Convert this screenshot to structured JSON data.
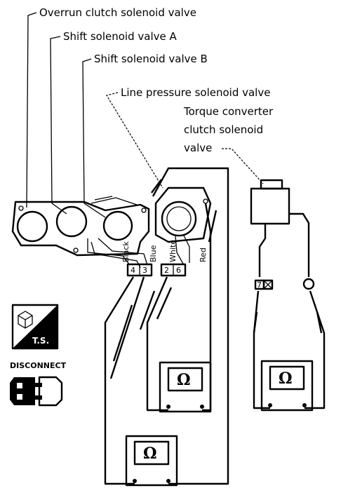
{
  "labels": {
    "overrun": "Overrun clutch solenoid valve",
    "shift_a": "Shift solenoid valve A",
    "shift_b": "Shift solenoid valve B",
    "line_pressure": "Line pressure solenoid valve",
    "torque_line1": "Torque converter",
    "torque_line2": "clutch solenoid",
    "torque_line3": "valve"
  },
  "wire_colors": {
    "black": "Black",
    "blue": "Blue",
    "white": "White",
    "red": "Red"
  },
  "terminals": {
    "t4": "4",
    "t3": "3",
    "t2": "2",
    "t6": "6",
    "t7": "7"
  },
  "meter_symbol": "Ω",
  "badges": {
    "ts": "T.S.",
    "disconnect": "DISCONNECT"
  }
}
